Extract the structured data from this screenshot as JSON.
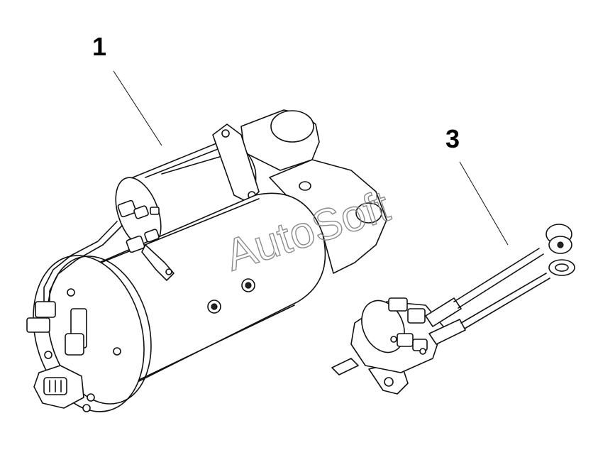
{
  "callouts": {
    "label_1": "1",
    "label_3": "3"
  },
  "watermark": {
    "text": "AutoSoft"
  },
  "colors": {
    "line": "#111111",
    "background": "#ffffff",
    "watermark_stroke": "#8a8a8a"
  }
}
